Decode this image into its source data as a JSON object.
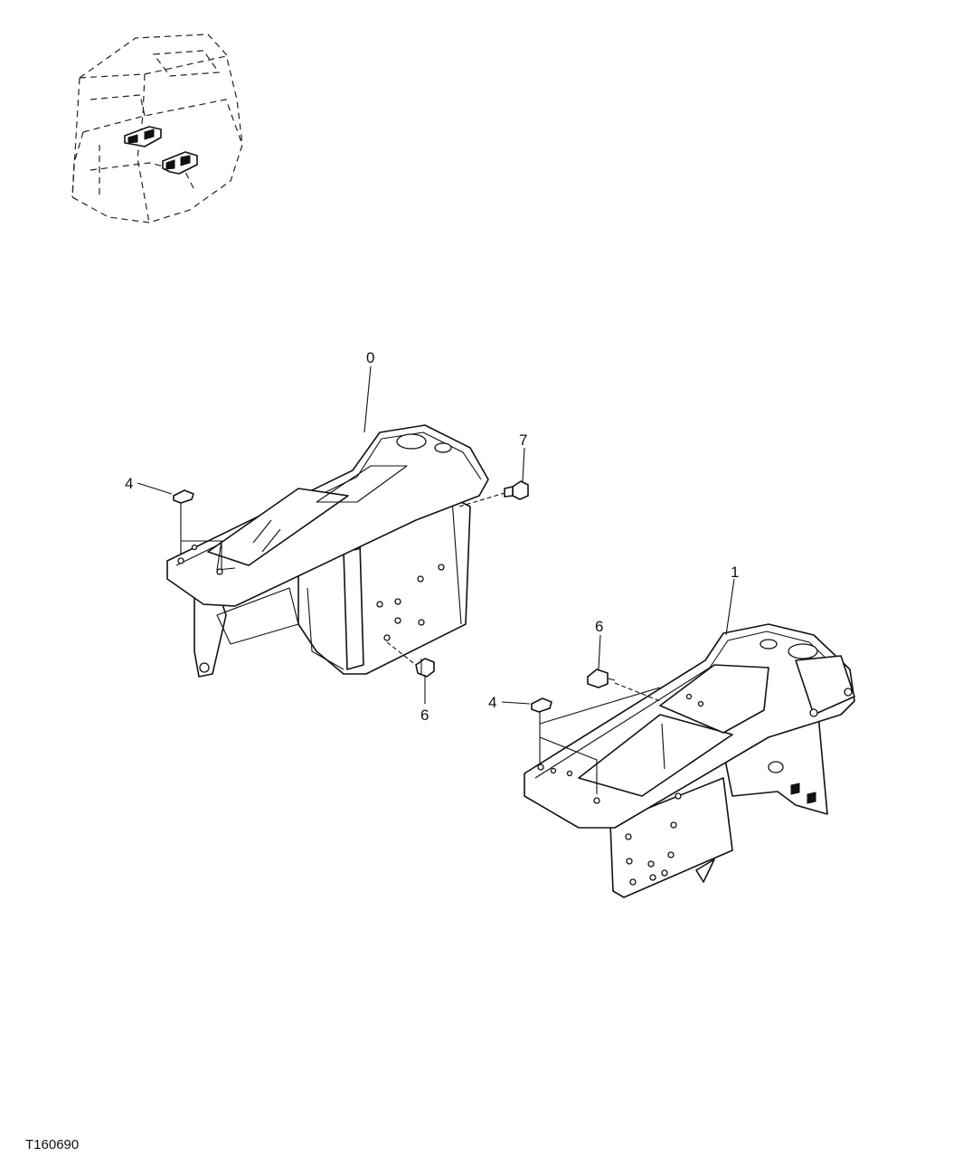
{
  "figure": {
    "id": "T160690",
    "callouts": {
      "left_console": "0",
      "right_console": "1",
      "cap_left": "4",
      "cap_right": "4",
      "bolt_left": "6",
      "bolt_right": "6",
      "screw": "7"
    }
  },
  "icons": {
    "cab_locator": "cab-outline-icon",
    "left_console": "left-console-bracket-icon",
    "right_console": "right-console-bracket-icon"
  },
  "colors": {
    "line": "#111111",
    "background": "#ffffff"
  }
}
